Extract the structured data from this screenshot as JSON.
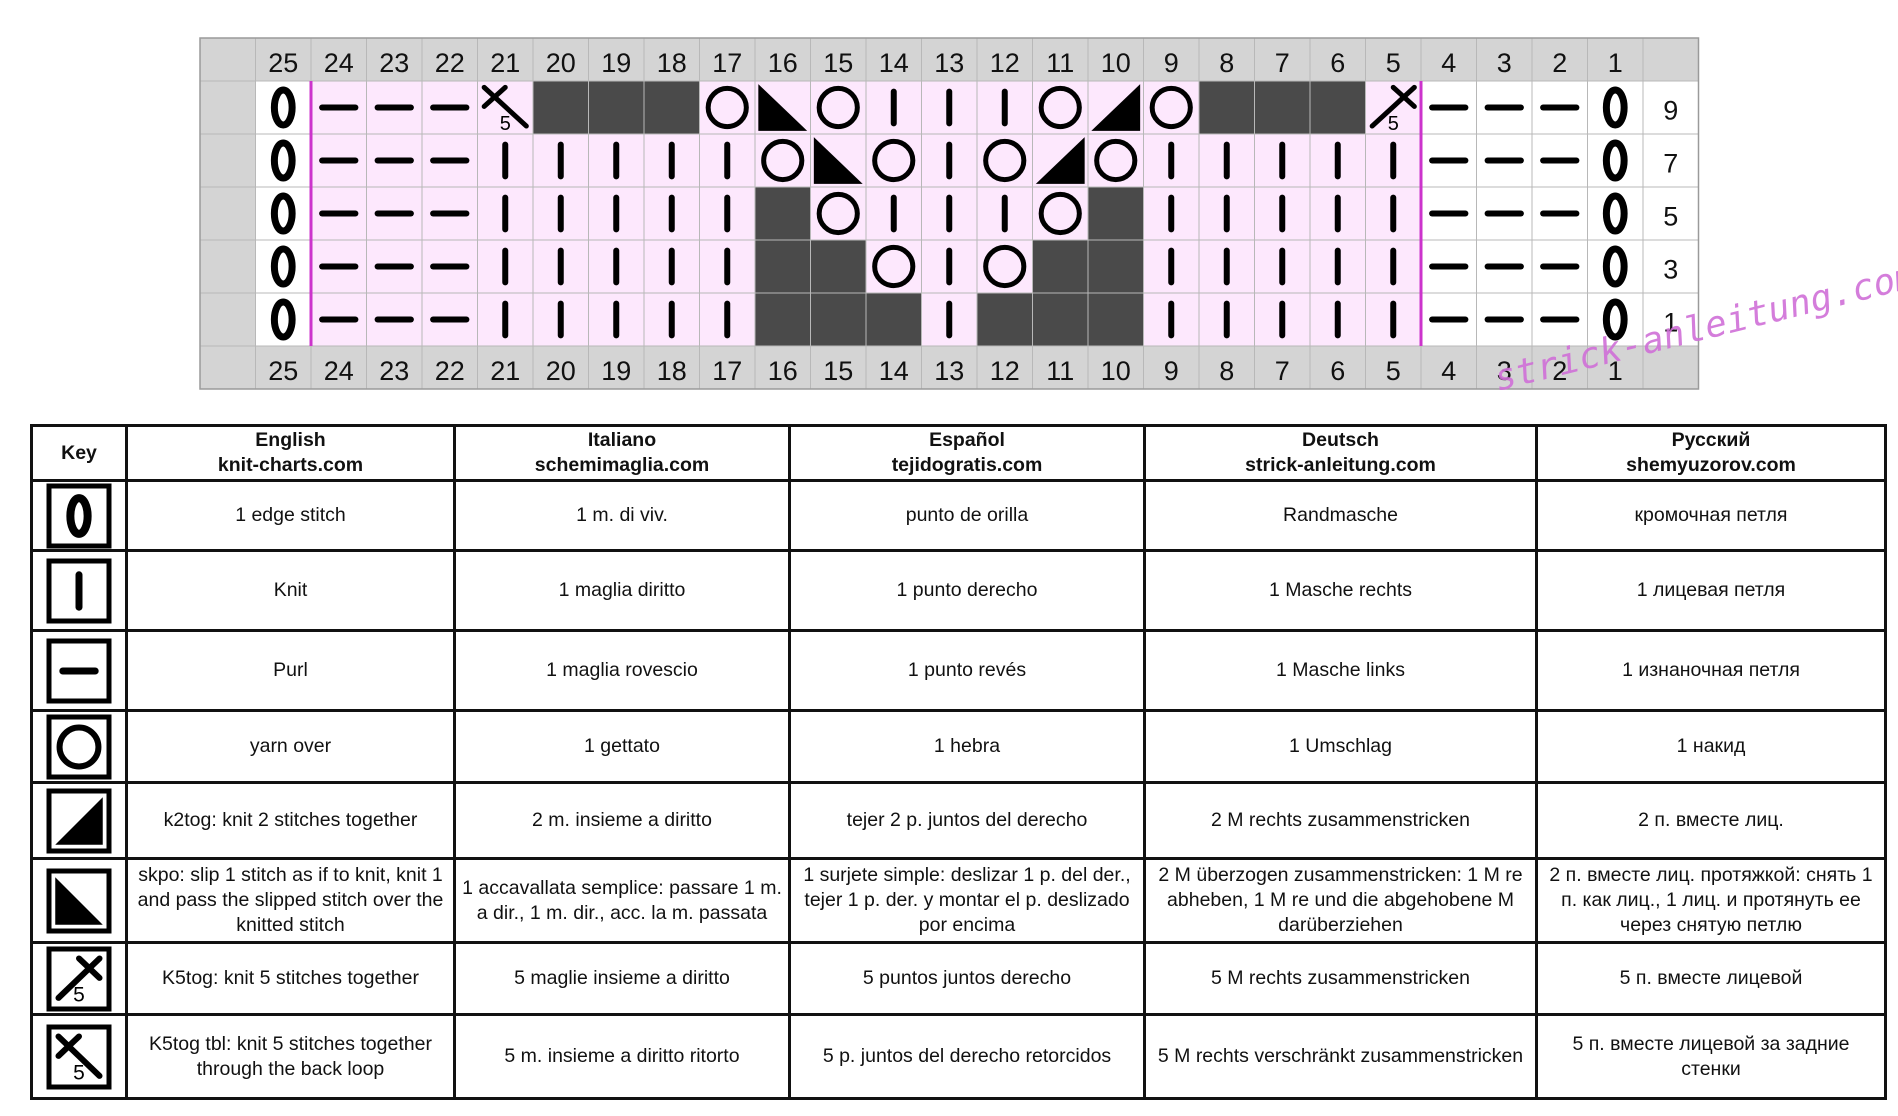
{
  "chart": {
    "column_numbers": [
      25,
      24,
      23,
      22,
      21,
      20,
      19,
      18,
      17,
      16,
      15,
      14,
      13,
      12,
      11,
      10,
      9,
      8,
      7,
      6,
      5,
      4,
      3,
      2,
      1
    ],
    "row_numbers": [
      9,
      7,
      5,
      3,
      1
    ],
    "rows": [
      [
        "edge",
        "purl",
        "purl",
        "purl",
        "k5tog_tbl",
        "none",
        "none",
        "none",
        "yo",
        "skpo",
        "yo",
        "knit",
        "knit",
        "knit",
        "yo",
        "k2tog",
        "yo",
        "none",
        "none",
        "none",
        "k5tog",
        "purl",
        "purl",
        "purl",
        "edge"
      ],
      [
        "edge",
        "purl",
        "purl",
        "purl",
        "knit",
        "knit",
        "knit",
        "knit",
        "knit",
        "yo",
        "skpo",
        "yo",
        "knit",
        "yo",
        "k2tog",
        "yo",
        "knit",
        "knit",
        "knit",
        "knit",
        "knit",
        "purl",
        "purl",
        "purl",
        "edge"
      ],
      [
        "edge",
        "purl",
        "purl",
        "purl",
        "knit",
        "knit",
        "knit",
        "knit",
        "knit",
        "none",
        "yo",
        "knit",
        "knit",
        "knit",
        "yo",
        "none",
        "knit",
        "knit",
        "knit",
        "knit",
        "knit",
        "purl",
        "purl",
        "purl",
        "edge"
      ],
      [
        "edge",
        "purl",
        "purl",
        "purl",
        "knit",
        "knit",
        "knit",
        "knit",
        "knit",
        "none",
        "none",
        "yo",
        "knit",
        "yo",
        "none",
        "none",
        "knit",
        "knit",
        "knit",
        "knit",
        "knit",
        "purl",
        "purl",
        "purl",
        "edge"
      ],
      [
        "edge",
        "purl",
        "purl",
        "purl",
        "knit",
        "knit",
        "knit",
        "knit",
        "knit",
        "none",
        "none",
        "none",
        "knit",
        "none",
        "none",
        "none",
        "knit",
        "knit",
        "knit",
        "knit",
        "knit",
        "purl",
        "purl",
        "purl",
        "edge"
      ]
    ],
    "k5_label": "5",
    "colors": {
      "pattern_bg": "#fde8fd",
      "no_stitch": "#4a4a4a",
      "header_bg": "#d4d4d4",
      "repeat_line": "#cc33cc"
    }
  },
  "watermark": "strick-anleitung.com",
  "legend": {
    "headers": [
      {
        "key": "h_key",
        "lines": [
          "Key"
        ]
      },
      {
        "key": "h_en",
        "lines": [
          "English",
          "knit-charts.com"
        ]
      },
      {
        "key": "h_it",
        "lines": [
          "Italiano",
          "schemimaglia.com"
        ]
      },
      {
        "key": "h_es",
        "lines": [
          "Español",
          "tejidogratis.com"
        ]
      },
      {
        "key": "h_de",
        "lines": [
          "Deutsch",
          "strick-anleitung.com"
        ]
      },
      {
        "key": "h_ru",
        "lines": [
          "Русский",
          "shemyuzorov.com"
        ]
      }
    ],
    "rows": [
      {
        "symbol": "edge",
        "symbol_name": "edge-stitch-icon",
        "cells": [
          "1 edge stitch",
          "1 m. di viv.",
          "punto de orilla",
          "Randmasche",
          "кромочная петля"
        ]
      },
      {
        "symbol": "knit",
        "symbol_name": "knit-icon",
        "cells": [
          "Knit",
          "1 maglia diritto",
          "1 punto derecho",
          "1 Masche rechts",
          "1 лицевая петля"
        ]
      },
      {
        "symbol": "purl",
        "symbol_name": "purl-icon",
        "cells": [
          "Purl",
          "1 maglia rovescio",
          "1 punto revés",
          "1 Masche links",
          "1 изнаночная петля"
        ]
      },
      {
        "symbol": "yo",
        "symbol_name": "yarn-over-icon",
        "cells": [
          "yarn over",
          "1 gettato",
          "1 hebra",
          "1 Umschlag",
          "1 накид"
        ]
      },
      {
        "symbol": "k2tog",
        "symbol_name": "k2tog-icon",
        "cells": [
          "k2tog: knit 2 stitches together",
          "2 m. insieme a diritto",
          "tejer 2 p. juntos del derecho",
          "2 M rechts zusammenstricken",
          "2 п. вместе лиц."
        ]
      },
      {
        "symbol": "skpo",
        "symbol_name": "skpo-icon",
        "cells": [
          "skpo: slip 1 stitch as if to knit, knit 1 and pass the slipped stitch over the knitted stitch",
          "1 accavallata semplice: passare 1 m. a dir., 1 m. dir., acc. la m. passata",
          "1 surjete simple: deslizar 1 p. del der., tejer 1 p. der. y montar el p. deslizado por encima",
          "2 M überzogen zusammenstricken: 1 M re abheben, 1 M re und die abgehobene M darüberziehen",
          "2 п. вместе лиц. протяжкой: снять 1 п. как лиц., 1 лиц. и протянуть ее через снятую петлю"
        ]
      },
      {
        "symbol": "k5tog",
        "symbol_name": "k5tog-icon",
        "cells": [
          "K5tog: knit 5 stitches together",
          "5 maglie insieme a diritto",
          "5 puntos juntos derecho",
          "5 M rechts zusammenstricken",
          "5 п. вместе лицевой"
        ]
      },
      {
        "symbol": "k5tog_tbl",
        "symbol_name": "k5tog-tbl-icon",
        "cells": [
          "K5tog tbl: knit 5 stitches together through the back loop",
          "5 m. insieme a diritto ritorto",
          "5 p. juntos del derecho retorcidos",
          "5 M rechts verschränkt zusammenstricken",
          "5 п. вместе лицевой за задние стенки"
        ]
      }
    ]
  }
}
